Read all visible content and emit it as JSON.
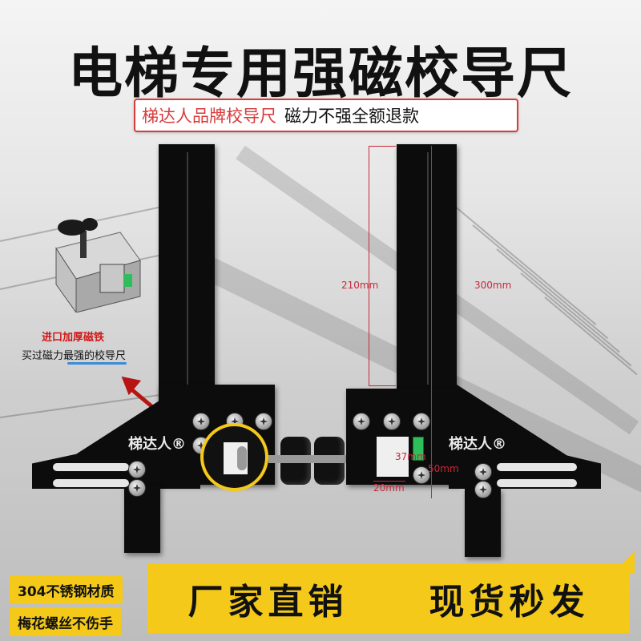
{
  "title": "电梯专用强磁校导尺",
  "subtitle": {
    "brand": "梯达人品牌校导尺",
    "guarantee": "磁力不强全额退款"
  },
  "callout": {
    "red": "进口加厚磁铁",
    "dark": "买过磁力最强的校导尺"
  },
  "brand_mark": "梯达人®",
  "dimensions": {
    "d1": "210mm",
    "d2": "300mm",
    "d3": "37mm",
    "d4": "50mm",
    "d5": "20mm"
  },
  "badges": {
    "material": "304不锈钢材质",
    "screw": "梅花螺丝不伤手"
  },
  "banner": {
    "left": "厂家直销",
    "right": "现货秒发"
  },
  "colors": {
    "accent": "#f4c919",
    "red": "#d93a3a",
    "ruler": "#0c0c0c"
  }
}
